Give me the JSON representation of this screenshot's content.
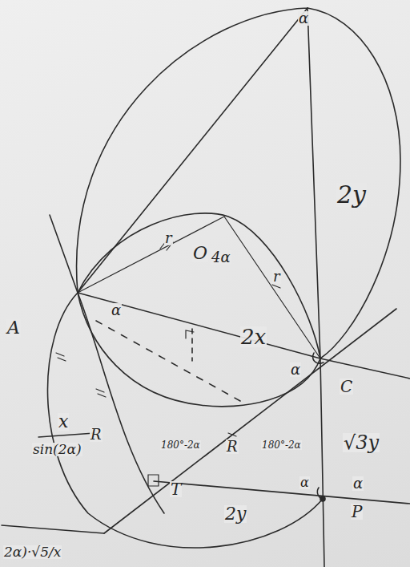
{
  "diagram": {
    "labels": [
      "α",
      "2y",
      "r",
      "r",
      "O",
      "4α",
      "A",
      "α",
      "2x",
      "α",
      "C",
      "x",
      "sin(2α)",
      "R",
      "R",
      "√3y",
      "180°-2α",
      "180°-2α",
      "α",
      "α",
      "T",
      "P",
      "2y",
      "2α)·√5/x"
    ]
  }
}
